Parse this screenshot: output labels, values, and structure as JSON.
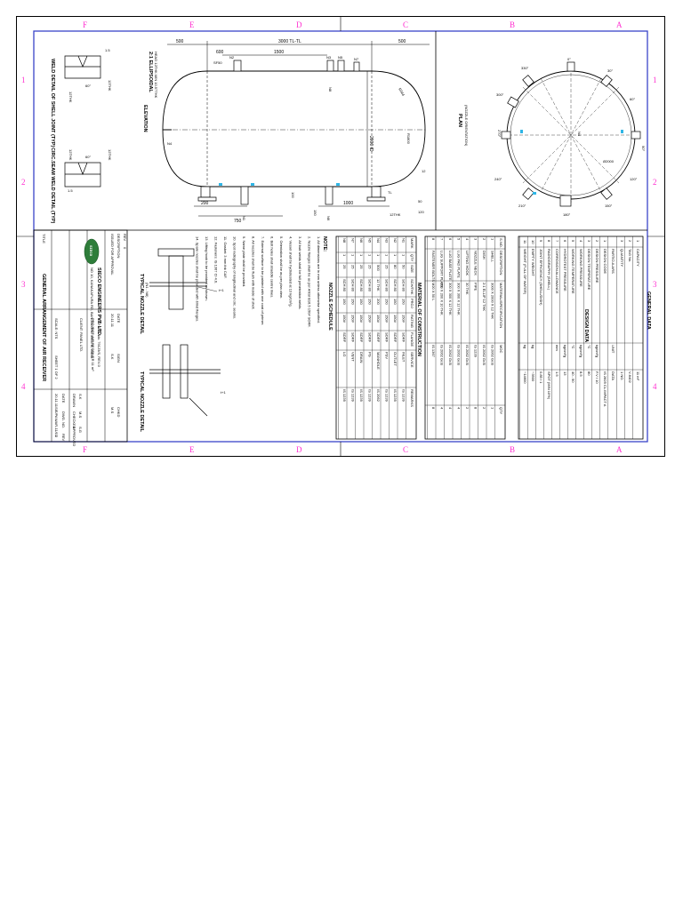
{
  "zones": {
    "top": [
      "F",
      "E",
      "D",
      "C",
      "B",
      "A"
    ],
    "bottom": [
      "F",
      "E",
      "D",
      "C",
      "B",
      "A"
    ],
    "side": [
      "1",
      "2",
      "3",
      "4"
    ]
  },
  "views": {
    "elevation": "ELEVATION",
    "plan": "PLAN",
    "plan_sub": "(NOZZLE ORIENTATION)",
    "head_note": "2:1 ELLIPSOIDAL",
    "head_note2": "HEAD 12THK.MIN 10.57THK",
    "dims": {
      "d500a": "500",
      "d600": "600",
      "d3000": "3000 TL-TL",
      "d1500": "1500",
      "d500b": "500",
      "d2000": "2000 ID",
      "d200": "200",
      "d750": "750",
      "d1000": "1000",
      "d100": "100",
      "d150": "150",
      "d12": "12",
      "d50": "50",
      "d120": "120",
      "r1800": "R1800",
      "r344": "R344",
      "sf": "SF50",
      "tl": "TL",
      "thk": "12THK"
    },
    "nozzles_elev": [
      "N1",
      "N2",
      "N3",
      "N4",
      "N5",
      "N6",
      "N7",
      "N8"
    ],
    "plan_angles": [
      "0°",
      "30°",
      "60°",
      "90°",
      "120°",
      "150°",
      "180°",
      "210°",
      "240°",
      "270°",
      "300°",
      "330°"
    ],
    "plan_dia": "Ø2000"
  },
  "weld_details": {
    "top_title": "WELD DETAIL OF SHELL JOINT (TYP)",
    "bottom_title": "CIRC.SEAM WELD DETAIL (TYP)",
    "t1": "1.5",
    "t2": "60°",
    "t3": "12THK",
    "t4": "12THK",
    "t5": "1.5",
    "t6": "60°",
    "t7": "12THK",
    "t8": "12THK"
  },
  "general_data": {
    "title": "GENERAL DATA",
    "rows": [
      [
        "1",
        "CAPACITY",
        "11 m³"
      ],
      [
        "2",
        "TAG No.",
        "V-6402"
      ],
      [
        "3",
        "QUANTITY",
        "1 NO."
      ]
    ]
  },
  "design_data": {
    "title": "DESIGN DATA",
    "header": [
      "PARTICULARS",
      "UNIT",
      "DATA"
    ],
    "rows": [
      [
        "1",
        "DESIGN CODE",
        "",
        "IS 2825 CL.IMPACT A"
      ],
      [
        "2",
        "DESIGN PRESSURE",
        "kg/cm²g",
        "F.V / 10"
      ],
      [
        "3",
        "DESIGN TEMPERATURE",
        "°C",
        "80"
      ],
      [
        "4",
        "WORKING PRESSURE",
        "kg/cm²g",
        "8.5"
      ],
      [
        "5",
        "WORKING TEMPERATURE",
        "°C",
        "40 - 50"
      ],
      [
        "6",
        "HYDROTEST PRESSURE",
        "kg/cm²g",
        "13"
      ],
      [
        "7",
        "CORROSION ALLOWANCE",
        "mm",
        "1.5"
      ],
      [
        "8",
        "RADIOGRAPHY (SHELL)",
        "",
        "SPOT (MIN 10%)"
      ],
      [
        "9",
        "JOINT EFFICIENCY (SHELL/DISH)",
        "",
        "0.85 / 1"
      ],
      [
        "10",
        "EMPTY WEIGHT",
        "kg",
        "~3500"
      ],
      [
        "11",
        "WEIGHT (FULL OF WATER)",
        "kg",
        "~14600"
      ]
    ]
  },
  "material": {
    "title": "MATERIAL OF CONSTRUCTION",
    "header": [
      "S.NO.",
      "DESCRIPTION",
      "MATERIAL/SPECIFICATION",
      "MOC",
      "QTY"
    ],
    "rows": [
      [
        "1",
        "SHELL",
        "3000 X 2000 X 12 THK",
        "IS 2062 Gr.B",
        "1"
      ],
      [
        "2",
        "DISH",
        "2:1 ELLIP 12 THK",
        "IS 2062 Gr.B",
        "2"
      ],
      [
        "3",
        "NOZZLE NECK",
        "PIPE",
        "IS 1239",
        "8"
      ],
      [
        "4",
        "LIFTING HOOK",
        "30 THK",
        "IS 2062 Gr.B",
        "2"
      ],
      [
        "5",
        "LUG PAD PLATE",
        "300 X 300 X 12 THK",
        "IS 2062 Gr.B",
        "4"
      ],
      [
        "6",
        "LUG BASE PLATE",
        "300 X 300 X 12 THK",
        "IS 2062 Gr.B",
        "4"
      ],
      [
        "7",
        "LUG SUPPORT PLATE",
        "200 X 200 X 10 THK",
        "IS 2062 Gr.B",
        "4"
      ],
      [
        "8",
        "FASTENER BOLTS",
        "M20 X 50 L",
        "IS 1367",
        "8"
      ]
    ]
  },
  "nozzle_schedule": {
    "title": "NOZZLE SCHEDULE",
    "header": [
      "MARK",
      "QTY",
      "SIZE",
      "SCH/THK",
      "PROJ",
      "RATING",
      "FLANGE",
      "SERVICE",
      "REMARKS"
    ],
    "rows": [
      [
        "N1",
        "1",
        "50",
        "SCH 80",
        "150",
        "150#",
        "SORF",
        "INLET",
        "IS 1239"
      ],
      [
        "N2",
        "1",
        "80",
        "SCH 80",
        "150",
        "150#",
        "SORF",
        "OUTLET",
        "IS 1239"
      ],
      [
        "N3",
        "1",
        "25",
        "SCH 80",
        "150",
        "150#",
        "SORF",
        "PSV",
        "IS 1239"
      ],
      [
        "N4",
        "1",
        "500",
        "12 THK",
        "200",
        "150#",
        "SORF",
        "MANHOLE",
        "IS 2062"
      ],
      [
        "N5",
        "1",
        "25",
        "SCH 80",
        "150",
        "150#",
        "SORF",
        "PG",
        "IS 1239"
      ],
      [
        "N6",
        "1",
        "25",
        "SCH 80",
        "150",
        "150#",
        "SORF",
        "DRAIN",
        "IS 1239"
      ],
      [
        "N7",
        "1",
        "25",
        "SCH 80",
        "150",
        "150#",
        "SORF",
        "VENT",
        "IS 1239"
      ],
      [
        "N8",
        "1",
        "25",
        "SCH 80",
        "150",
        "150#",
        "SORF",
        "LG",
        "IS 1239"
      ]
    ]
  },
  "notes": {
    "title": "NOTE:",
    "items": [
      "1. All dimensions are in mm unless otherwise specified.",
      "2. Nozzle flanges shall be as per ANSI B16.5 150# SORF.",
      "3. All butt welds shall be full penetration welds.",
      "4. Vessel shall be hydrotested at 13 kg/cm²g.",
      "5. Orientation shall be as per plan view.",
      "6. Bolt holes shall straddle centre lines.",
      "7. External surface to be painted with one coat of primer.",
      "8. All nozzles shall be flush with inside of shell.",
      "9. Name plate shall be provided.",
      "10. Spot radiography of longitudinal and circ. seams.",
      "11. Gasket: 3 mm thk CAF.",
      "12. Fasteners: IS 1367 Cl 4.6.",
      "13. Lifting hook to be provided as shown.",
      "14. Spare nozzles shall be provided with blind flanges."
    ]
  },
  "detail_views": {
    "top": "TYPICAL NOZZLE DETAIL",
    "top_sub": "(N1 - N8)",
    "bottom": "TYPICAL NOZZLE DETAIL",
    "label1": "t+1",
    "label2": "t+1"
  },
  "title_block": {
    "company": "SIECO ENGINEERS PVT. LTD.",
    "logo": "SIECO",
    "address": "NO 10, KANAKAPURA RD, BANGALORE 560078, INDIA",
    "ref": "REF: P.O. No. 79123/S, REV-0",
    "project": "PROJECT: AIR RECEIVER 11 m³",
    "client": "CLIENT: PANEL LTD.",
    "drawn": "DRAWN",
    "checked": "CHECKED",
    "approved": "APPROVED",
    "name1": "S.K",
    "name2": "M.S",
    "name3": "S.G",
    "date": "DATE",
    "dwg_no": "DWG. NO.",
    "rev": "REV",
    "dwg_value": "SIE/PAN/AR-11/01",
    "rev_value": "0",
    "scale": "SCALE: NTS",
    "sheet": "SHEET 1 OF 2",
    "date_value": "20.11.11",
    "title": "TITLE",
    "title_value": "GENERAL ARRANGEMENT OF AIR RECEIVER",
    "rev_table_header": [
      "REV",
      "DESCRIPTION",
      "DATE",
      "SIGN",
      "CHKD"
    ],
    "rev_row": [
      "0",
      "ISSUED FOR APPROVAL",
      "20.11.11",
      "S.K",
      "M.S"
    ]
  },
  "colors": {
    "border": "#3a44c8",
    "zone": "#ff2fd0",
    "line": "#000000",
    "accent": "#2fb6e6"
  }
}
